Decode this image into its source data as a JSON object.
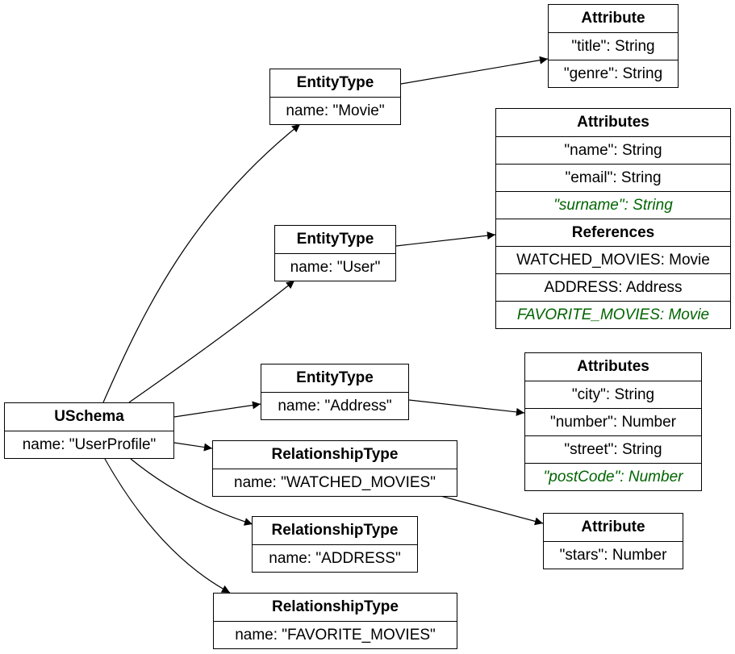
{
  "nodes": {
    "uschema": {
      "header": "USchema",
      "name": "name: \"UserProfile\""
    },
    "et_movie": {
      "header": "EntityType",
      "name": "name: \"Movie\""
    },
    "et_user": {
      "header": "EntityType",
      "name": "name: \"User\""
    },
    "et_address": {
      "header": "EntityType",
      "name": "name: \"Address\""
    },
    "rt_watched": {
      "header": "RelationshipType",
      "name": "name: \"WATCHED_MOVIES\""
    },
    "rt_address": {
      "header": "RelationshipType",
      "name": "name: \"ADDRESS\""
    },
    "rt_favorite": {
      "header": "RelationshipType",
      "name": "name: \"FAVORITE_MOVIES\""
    },
    "attr_movie": {
      "header": "Attribute",
      "items": [
        "\"title\": String",
        "\"genre\": String"
      ]
    },
    "attrs_user": {
      "attributes_header": "Attributes",
      "attributes": [
        "\"name\": String",
        "\"email\": String"
      ],
      "new_attribute": "\"surname\": String",
      "references_header": "References",
      "references": [
        "WATCHED_MOVIES: Movie",
        "ADDRESS: Address"
      ],
      "new_reference": "FAVORITE_MOVIES: Movie"
    },
    "attrs_address": {
      "header": "Attributes",
      "items": [
        "\"city\": String",
        "\"number\": Number",
        "\"street\": String"
      ],
      "new_item": "\"postCode\": Number"
    },
    "attr_watched": {
      "header": "Attribute",
      "items": [
        "\"stars\": Number"
      ]
    }
  },
  "colors": {
    "new_item": "#006400",
    "line": "#000000"
  }
}
